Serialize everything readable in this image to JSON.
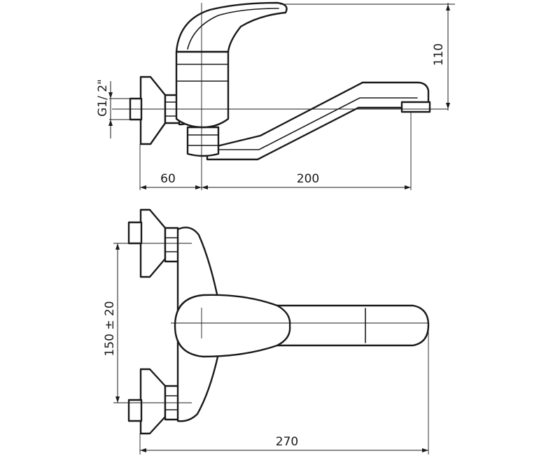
{
  "drawing": {
    "side_view": {
      "thread_label": "G1/ 2\"",
      "height_label": "110",
      "offset_label": "60",
      "reach_label": "200"
    },
    "top_view": {
      "spacing_label": "150 ± 20",
      "overall_width_label": "270"
    }
  }
}
